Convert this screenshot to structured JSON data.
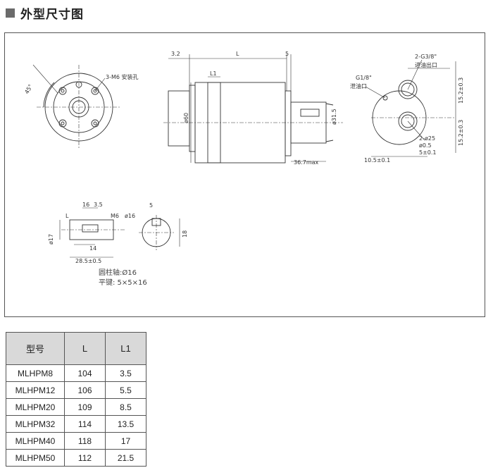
{
  "header": {
    "title": "外型尺寸图"
  },
  "drawing": {
    "front": {
      "angle": "45°",
      "holes": "3-M6 安装孔"
    },
    "side": {
      "dim_32": "3.2",
      "dim_L": "L",
      "dim_5": "5",
      "dim_L1": "L1",
      "dim_phi60": "ø60",
      "dim_phi315": "ø31.5",
      "dim_367": "36.7max"
    },
    "port": {
      "g38": "2-G3/8\"",
      "inlet_top": "进油出口",
      "g18": "G1/8\"",
      "inlet_left": "泄油口",
      "dim_152a": "15.2±0.3",
      "dim_152b": "15.2±0.3",
      "phi25": "2-ø25",
      "phi05": "ø0.5",
      "dim_5": "5±0.1",
      "dim_105": "10.5±0.1"
    },
    "shaft": {
      "d16": "16",
      "d35": "3.5",
      "m6": "M6",
      "l1": "L",
      "d14": "14",
      "d285": "28.5±0.5",
      "phi17": "ø17"
    },
    "key": {
      "top": "5",
      "phi16": "ø16",
      "h18": "18"
    }
  },
  "spec": {
    "line1": "圆柱轴:Ø16",
    "line2": "平键: 5×5×16"
  },
  "table": {
    "headers": [
      "型号",
      "L",
      "L1"
    ],
    "rows": [
      [
        "MLHPM8",
        "104",
        "3.5"
      ],
      [
        "MLHPM12",
        "106",
        "5.5"
      ],
      [
        "MLHPM20",
        "109",
        "8.5"
      ],
      [
        "MLHPM32",
        "114",
        "13.5"
      ],
      [
        "MLHPM40",
        "118",
        "17"
      ],
      [
        "MLHPM50",
        "112",
        "21.5"
      ]
    ]
  }
}
